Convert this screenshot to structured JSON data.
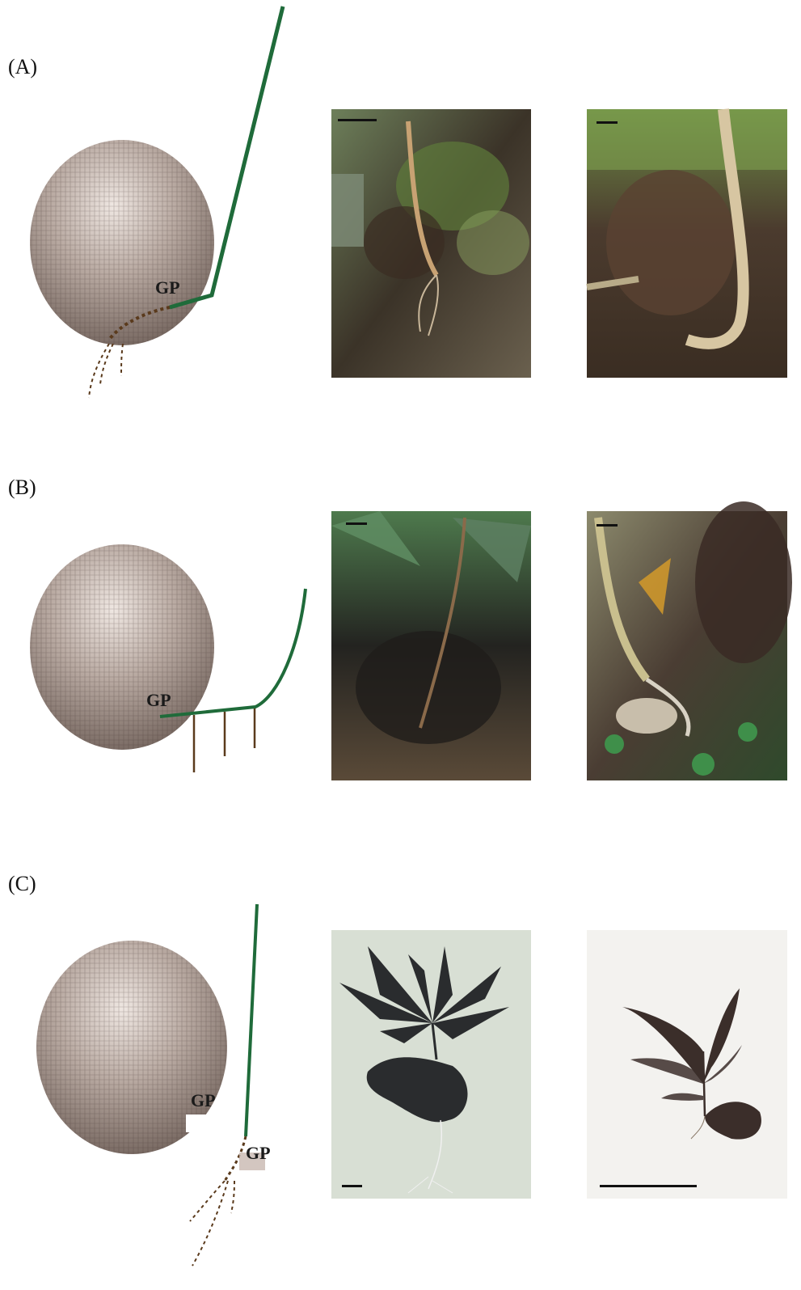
{
  "panels": [
    {
      "label": "(A)",
      "gp_labels": [
        "GP"
      ]
    },
    {
      "label": "(B)",
      "gp_labels": [
        "GP"
      ]
    },
    {
      "label": "(C)",
      "gp_labels": [
        "GP",
        "GP"
      ]
    }
  ],
  "colors": {
    "stem_green": "#1f6b3a",
    "root_brown": "#5a3a1c",
    "sphere_light": "#e6dcd6",
    "sphere_dark": "#6e5f58",
    "scale_bar": "#111111"
  },
  "photos": [
    {
      "panel": "(A)",
      "kind": "field-photo-mossy"
    },
    {
      "panel": "(A)",
      "kind": "field-photo-litter"
    },
    {
      "panel": "(B)",
      "kind": "field-photo-dark-foliage"
    },
    {
      "panel": "(B)",
      "kind": "field-photo-white-roots"
    },
    {
      "panel": "(C)",
      "kind": "herbarium-scan-silhouette"
    },
    {
      "panel": "(C)",
      "kind": "herbarium-specimen"
    }
  ]
}
